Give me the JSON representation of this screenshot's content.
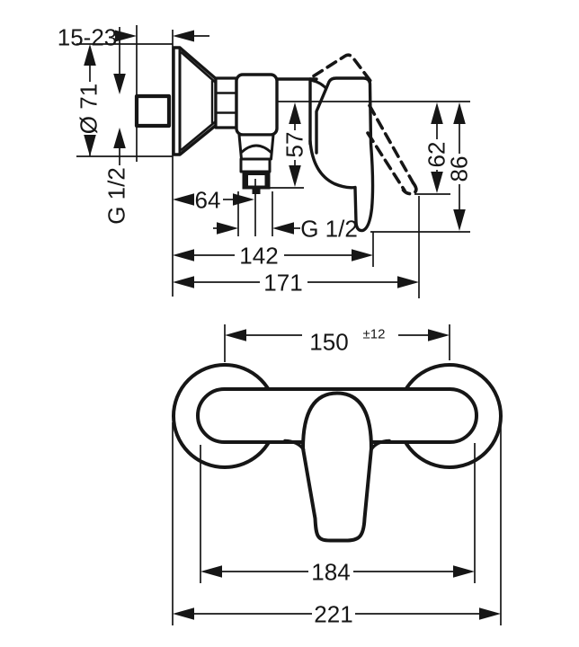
{
  "drawing": {
    "kind": "technical-dimension-drawing",
    "subject": "single-lever exposed shower mixer",
    "units": "mm",
    "colors": {
      "line": "#161616",
      "background": "#ffffff"
    },
    "side_view": {
      "dims": {
        "wall_depth_range": "15-23",
        "escutcheon_diameter": "Ø 71",
        "inlet_thread": "G 1/2",
        "axis_to_outlet_bottom": "57",
        "axis_to_handle_closed": "62",
        "axis_to_handle_open": "86",
        "wall_to_outlet_center": "64",
        "outlet_thread": "G 1/2",
        "wall_to_front": "142",
        "wall_to_handle_tip": "171"
      }
    },
    "front_view": {
      "dims": {
        "connection_centers": "150",
        "connection_tolerance": "±12",
        "body_width": "184",
        "overall_width": "221"
      }
    }
  }
}
